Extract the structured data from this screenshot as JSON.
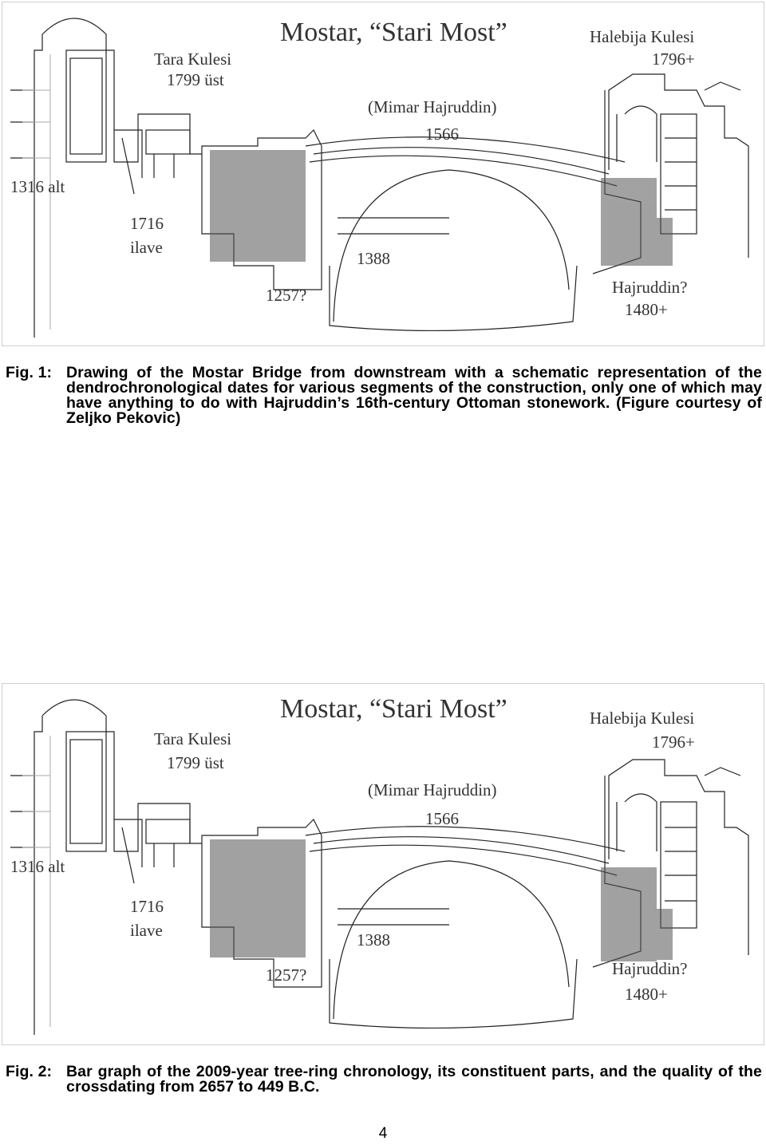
{
  "figure1": {
    "label": "Fig. 1:",
    "caption": "Drawing of the Mostar Bridge from downstream with a schematic representation of the dendrochronological dates for various segments of the construction, only one of which may have anything to do with Hajruddin’s 16th-century Ottoman stonework. (Figure courtesy of Zeljko Pekovic)",
    "drawing": {
      "title": "Mostar, “Stari Most”",
      "left_tower_name": "Tara Kulesi",
      "left_tower_date": "1799 üst",
      "right_tower_name": "Halebija Kulesi",
      "right_tower_date": "1796+",
      "architect": "(Mimar Hajruddin)",
      "arch_date": "1566",
      "left_base_date": "1316 alt",
      "left_add_date": "1716",
      "left_add_label": "ilave",
      "center_date": "1388",
      "bottom_date": "1257?",
      "right_question": "Hajruddin?",
      "right_base_date": "1480+"
    }
  },
  "figure2": {
    "label": "Fig. 2:",
    "caption": "Bar graph of the 2009-year tree-ring chronology, its constituent parts, and the quality of the crossdating from 2657 to 449 B.C.",
    "drawing": {
      "title": "Mostar, “Stari Most”",
      "left_tower_name": "Tara Kulesi",
      "left_tower_date": "1799 üst",
      "right_tower_name": "Halebija Kulesi",
      "right_tower_date": "1796+",
      "architect": "(Mimar Hajruddin)",
      "arch_date": "1566",
      "left_base_date": "1316 alt",
      "left_add_date": "1716",
      "left_add_label": "ilave",
      "center_date": "1388",
      "bottom_date": "1257?",
      "right_question": "Hajruddin?",
      "right_base_date": "1480+"
    }
  },
  "page_number": "4"
}
